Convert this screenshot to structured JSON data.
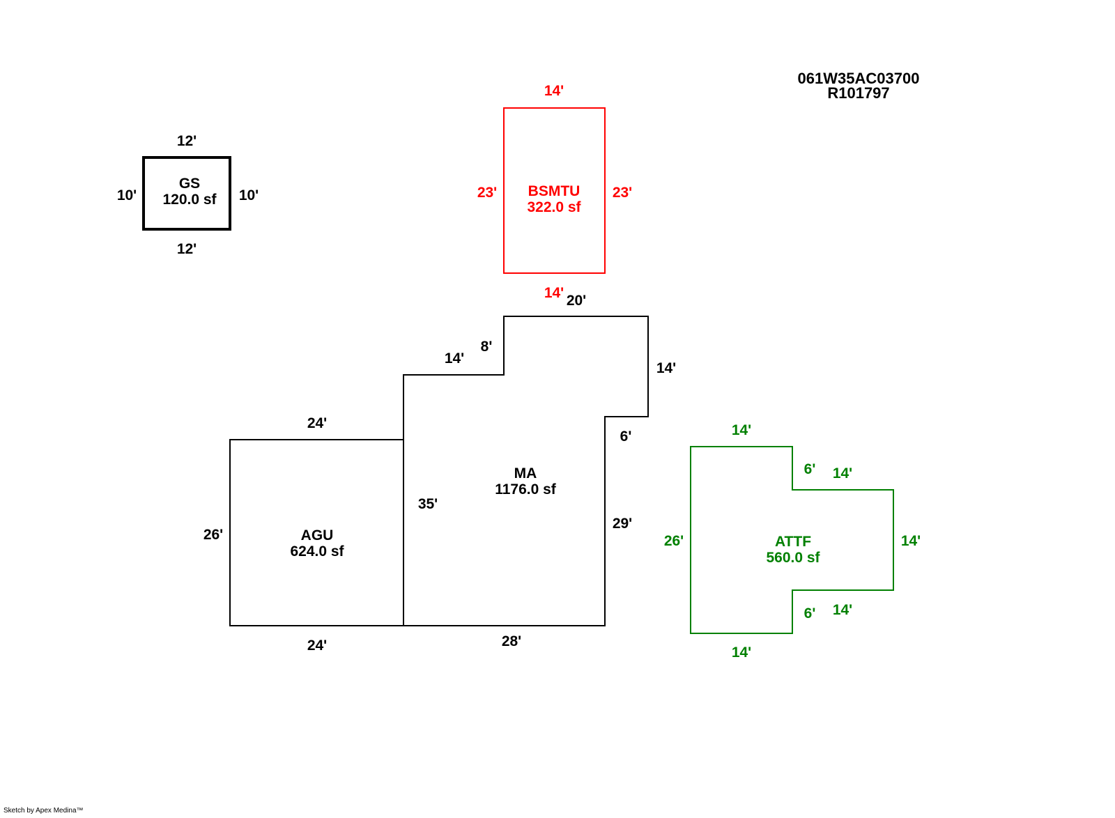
{
  "parcel": {
    "map_taxlot": "061W35AC03700",
    "account": "R101797"
  },
  "colors": {
    "black": "#000000",
    "red": "#ff0000",
    "green": "#008000"
  },
  "areas": {
    "gs": {
      "code": "GS",
      "area": "120.0 sf",
      "dims": {
        "top": "12'",
        "bottom": "12'",
        "left": "10'",
        "right": "10'"
      }
    },
    "bsmtu": {
      "code": "BSMTU",
      "area": "322.0 sf",
      "dims": {
        "top": "14'",
        "bottom": "14'",
        "left": "23'",
        "right": "23'"
      }
    },
    "ma": {
      "code": "MA",
      "area": "1176.0 sf",
      "dims": {
        "top": "20'",
        "step_top": "14'",
        "step_side": "8'",
        "right_upper": "14'",
        "notch": "6'",
        "right_lower": "29'",
        "left": "35'",
        "bottom": "28'"
      }
    },
    "agu": {
      "code": "AGU",
      "area": "624.0 sf",
      "dims": {
        "top": "24'",
        "bottom": "24'",
        "left": "26'"
      }
    },
    "attf": {
      "code": "ATTF",
      "area": "560.0 sf",
      "dims": {
        "top": "14'",
        "bottom": "14'",
        "left": "26'",
        "notch_upper": "6'",
        "wing_top": "14'",
        "right": "14'",
        "notch_lower": "6'",
        "wing_bottom": "14'"
      }
    }
  },
  "footer": {
    "credit": "Sketch by Apex Medina™"
  }
}
